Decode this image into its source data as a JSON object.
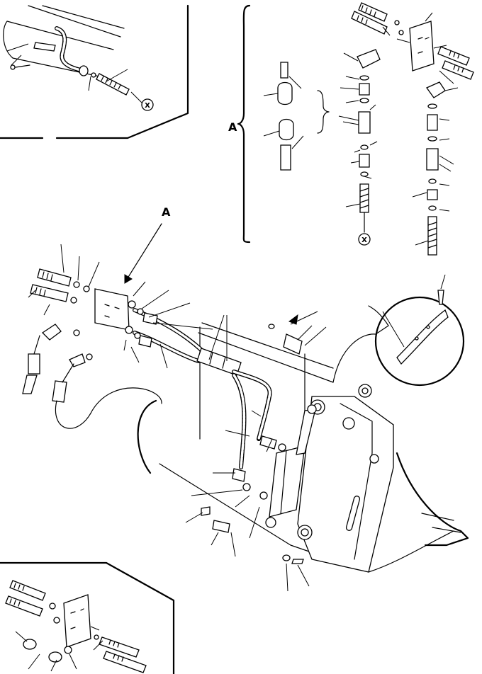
{
  "labels": {
    "detail_ref": "A",
    "detail_title": "A",
    "connector_marker": "X",
    "connector_marker_2": "X"
  }
}
